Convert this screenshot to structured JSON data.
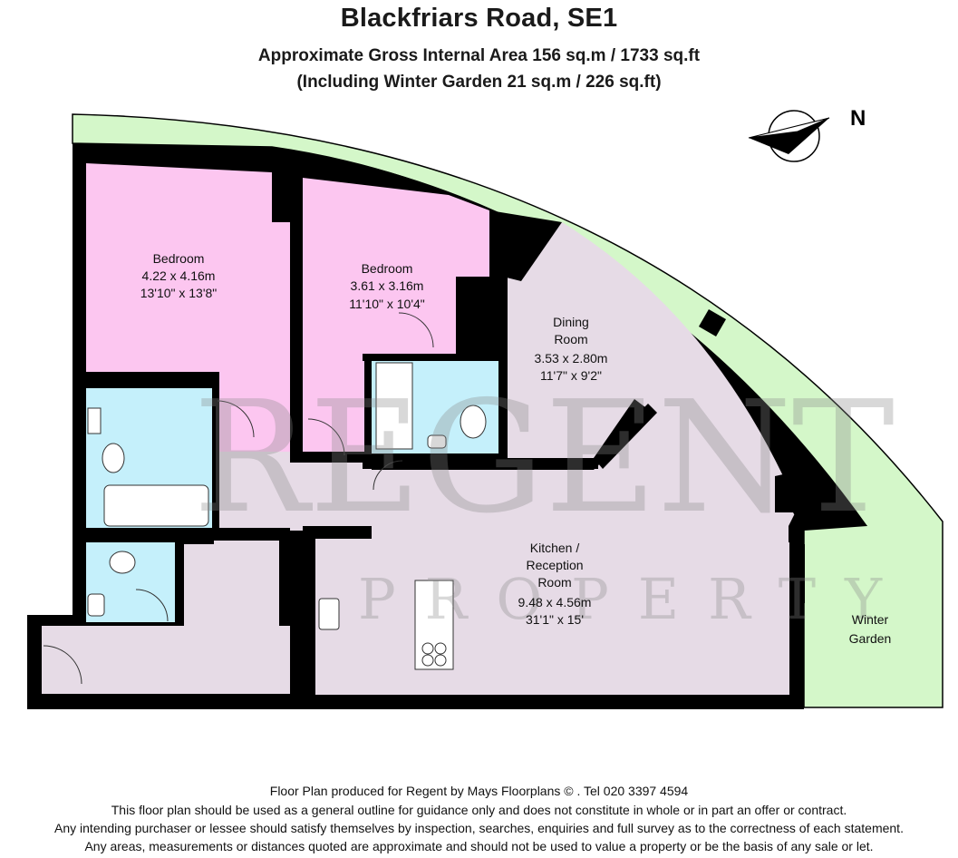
{
  "header": {
    "title": "Blackfriars Road, SE1",
    "area_line": "Approximate Gross Internal Area 156 sq.m  /  1733 sq.ft",
    "winter_garden_line": "(Including Winter Garden  21 sq.m  /  226 sq.ft)"
  },
  "compass": {
    "label": "N"
  },
  "watermark": {
    "brand": "REGENT",
    "sub": "PROPERTY"
  },
  "rooms": {
    "bedroom1": {
      "name": "Bedroom",
      "metric": "4.22 x 4.16m",
      "imperial": "13'10\" x 13'8\""
    },
    "bedroom2": {
      "name": "Bedroom",
      "metric": "3.61 x 3.16m",
      "imperial": "11'10\" x 10'4\""
    },
    "dining": {
      "name_line1": "Dining",
      "name_line2": "Room",
      "metric": "3.53 x 2.80m",
      "imperial": "11'7\" x 9'2\""
    },
    "kitchen": {
      "name_line1": "Kitchen /",
      "name_line2": "Reception",
      "name_line3": "Room",
      "metric": "9.48 x 4.56m",
      "imperial": "31'1\" x 15'"
    },
    "winter_garden": {
      "name_line1": "Winter",
      "name_line2": "Garden"
    }
  },
  "colors": {
    "bedroom": "#fcc6f0",
    "living": "#e6dbe6",
    "bathroom": "#c5f0fb",
    "terrace": "#d4f7c9",
    "wall": "#000000"
  },
  "footer": {
    "line1": "Floor Plan produced for Regent by Mays Floorplans © . Tel 020 3397 4594",
    "line2": "This floor plan should be used as a general outline for guidance only and does not constitute in whole or in part an offer or contract.",
    "line3": "Any intending purchaser or lessee should satisfy themselves by inspection, searches, enquiries and full survey as to the correctness of each statement.",
    "line4": "Any areas, measurements or distances quoted are approximate and should not be used to value a property or be the basis of any sale or let."
  }
}
